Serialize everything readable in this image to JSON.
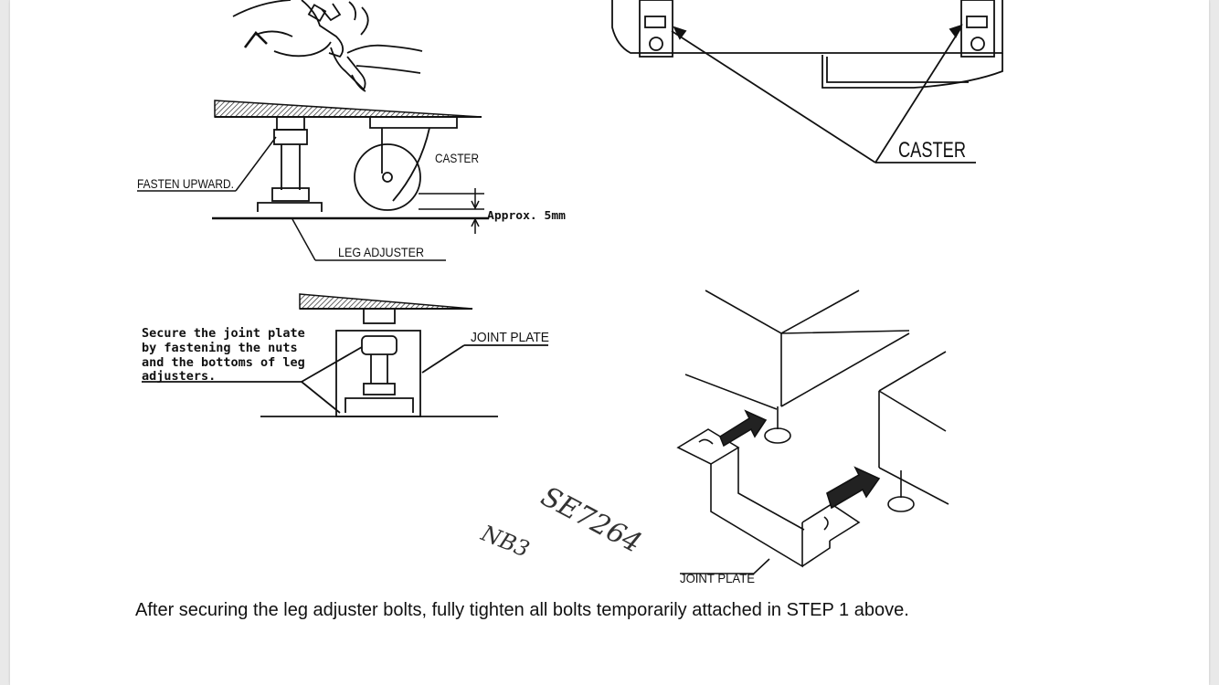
{
  "figure_labels": {
    "fasten_upward": "FASTEN UPWARD.",
    "caster_small": "CASTER",
    "approx": "Approx. 5mm",
    "leg_adjuster": "LEG ADJUSTER",
    "caster_large": "CASTER",
    "joint_plate_right": "JOINT PLATE",
    "joint_plate_bottom": "JOINT PLATE"
  },
  "note": {
    "line1": "Secure the joint plate",
    "line2": "by fastening the nuts",
    "line3": "and the bottoms of leg",
    "line4": "adjusters."
  },
  "handwriting": {
    "code": "SE7264",
    "initials": "NB3"
  },
  "caption": "After securing the leg adjuster bolts, fully tighten all bolts temporarily attached in STEP 1 above."
}
